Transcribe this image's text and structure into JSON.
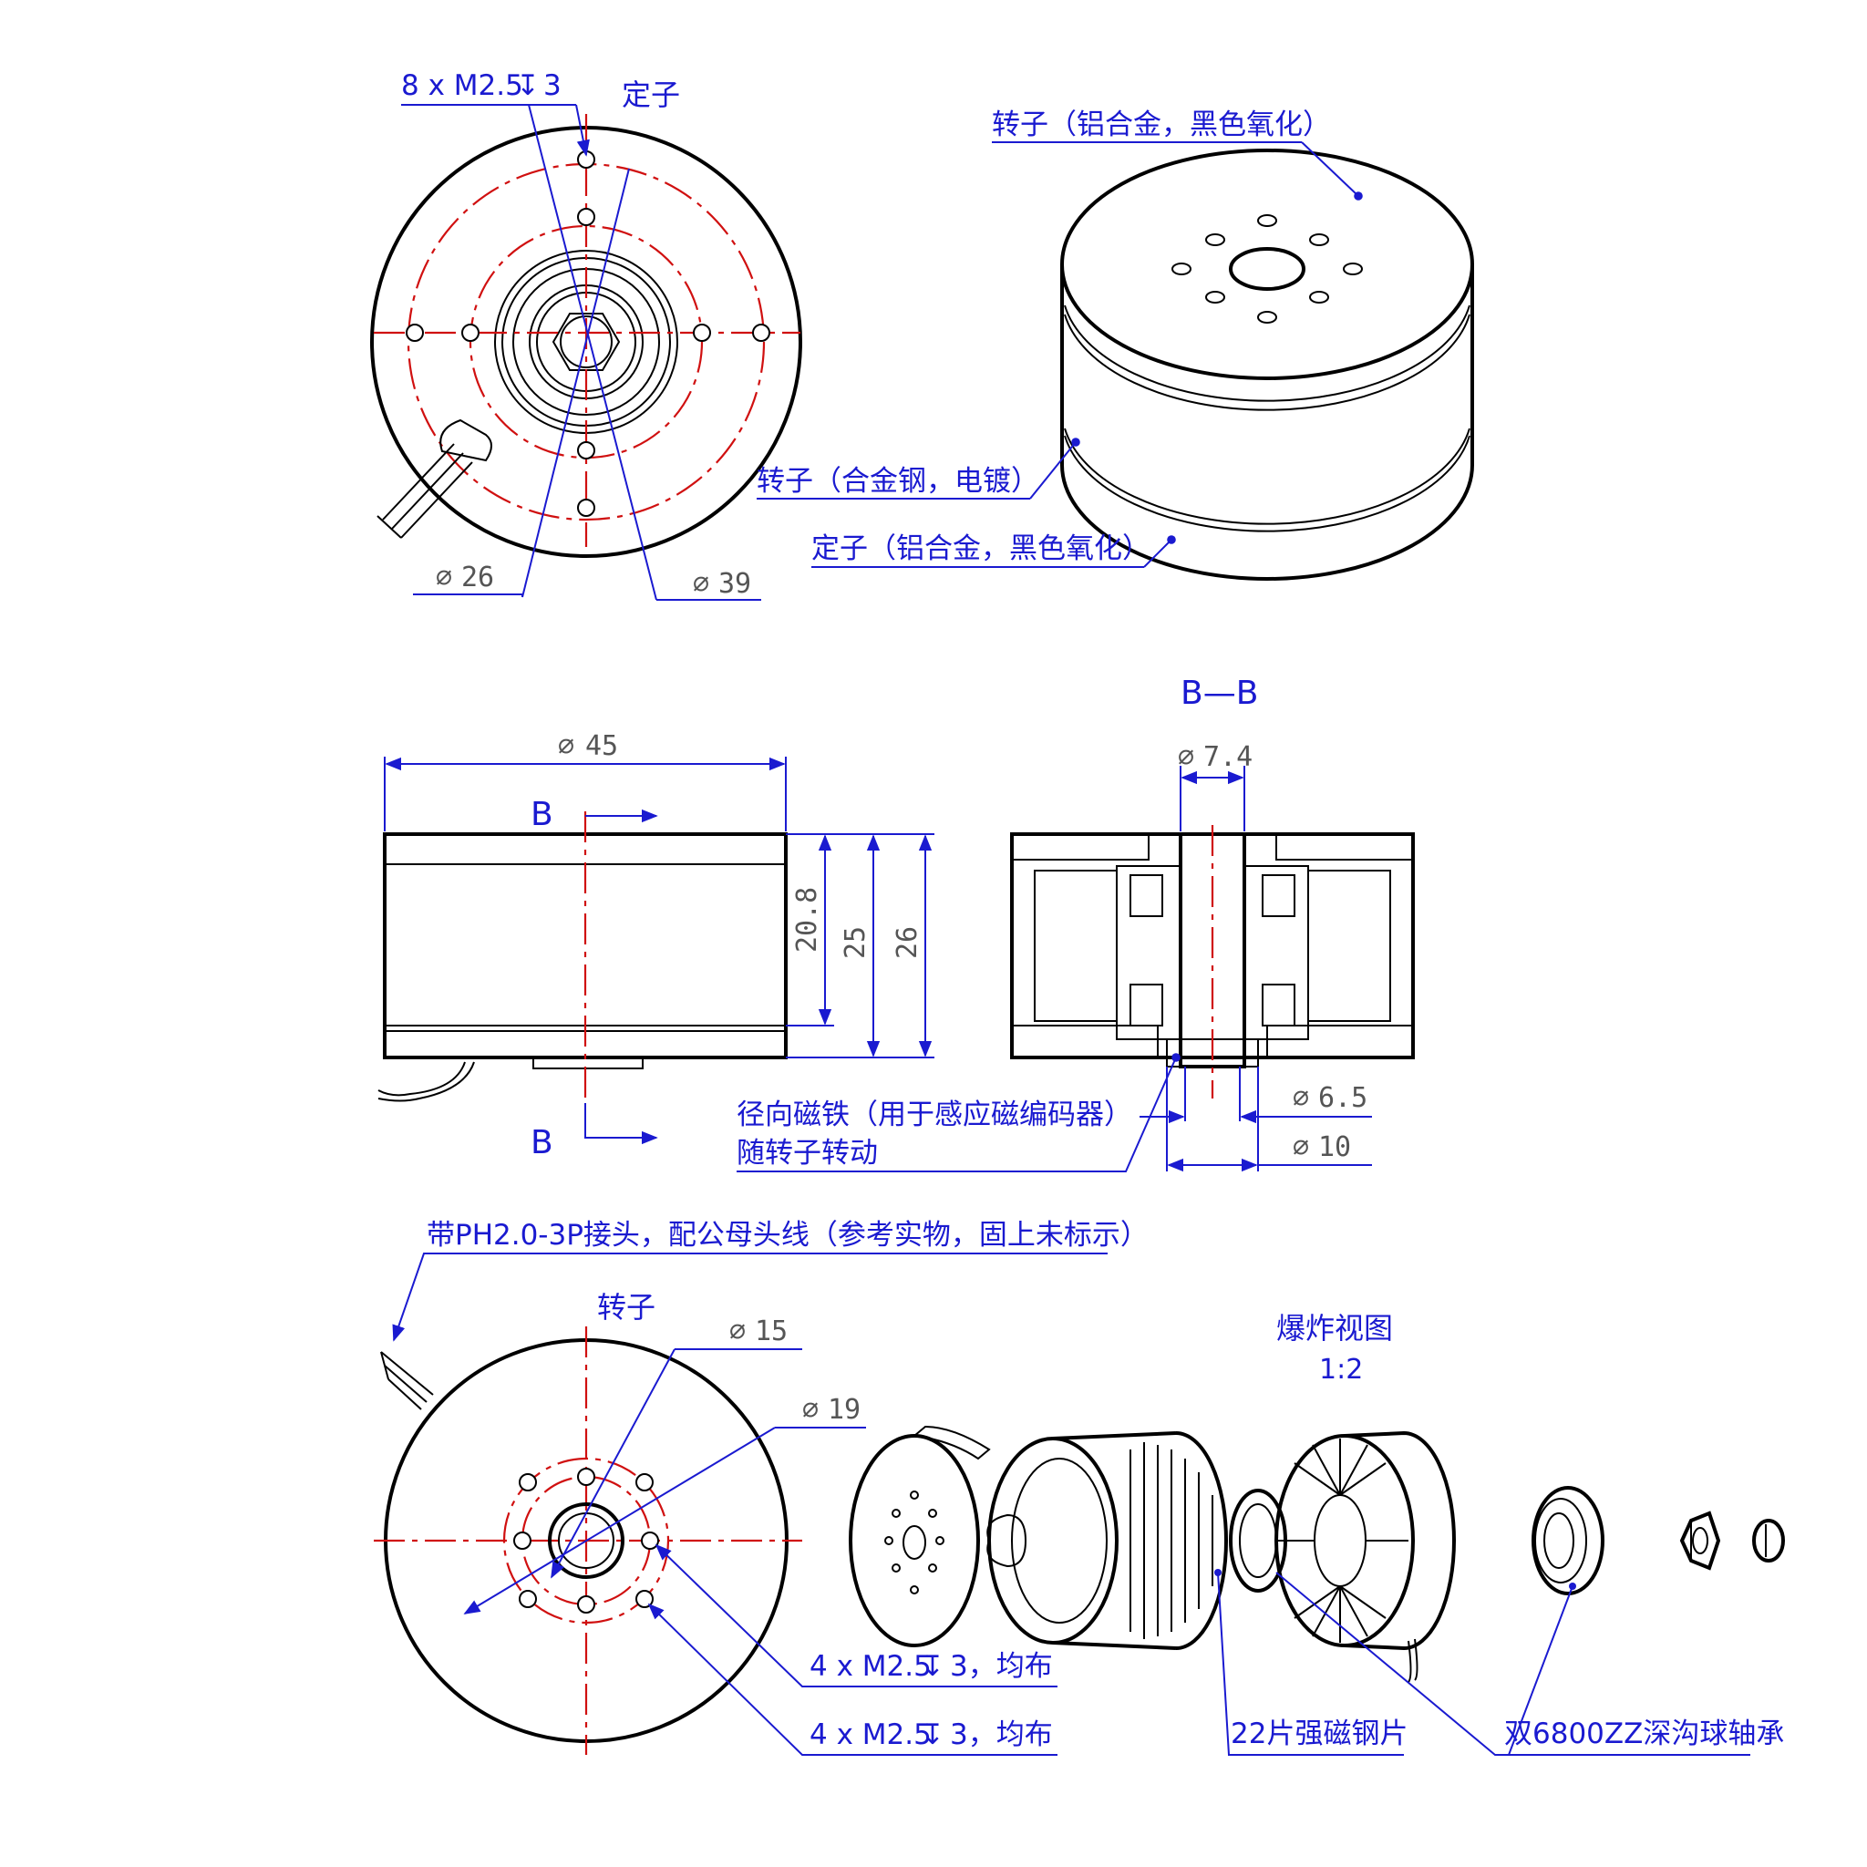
{
  "top_view": {
    "callout_thread": "8 x M2.5",
    "callout_thread_depth": "3",
    "label_stator": "定子",
    "dim_d26": "26",
    "dim_d39": "39"
  },
  "iso_view": {
    "label_rotor_top": "转子（铝合金，黑色氧化）",
    "label_rotor_ring": "转子（合金钢，电镀）",
    "label_stator": "定子（铝合金，黑色氧化）"
  },
  "side_view": {
    "dim_d45": "45",
    "section_mark_top": "B",
    "section_mark_bottom": "B",
    "dim_h208": "20.8",
    "dim_h25": "25",
    "dim_h26": "26"
  },
  "section_view": {
    "title": "B—B",
    "dim_d74": "7.4",
    "dim_d65": "6.5",
    "dim_d10": "10",
    "note_magnet_line1": "径向磁铁（用于感应磁编码器）",
    "note_magnet_line2": "随转子转动"
  },
  "bottom_view": {
    "connector_note": "带PH2.0-3P接头，配公母头线（参考实物，固上未标示）",
    "label_rotor": "转子",
    "dim_d15": "15",
    "dim_d19": "19",
    "callout_holes_1": "4 x M2.5",
    "callout_holes_1_tail": "3，均布",
    "callout_holes_2": "4 x M2.5",
    "callout_holes_2_tail": "3，均布"
  },
  "exploded_view": {
    "title": "爆炸视图",
    "scale": "1:2",
    "label_magnets": "22片强磁钢片",
    "label_bearing": "双6800ZZ深沟球轴承"
  }
}
